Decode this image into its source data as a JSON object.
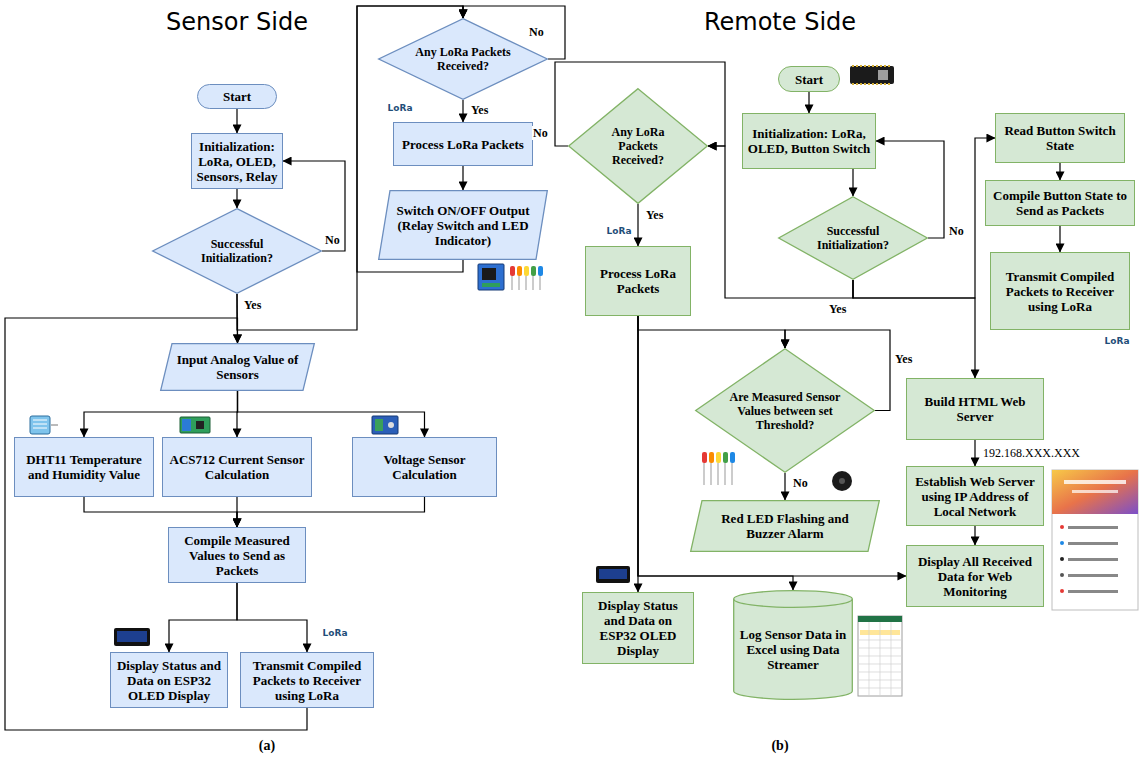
{
  "diagram": {
    "nodes": [
      {
        "text": [
          "Start"
        ]
      },
      {
        "text": [
          "Initialization: LoRa, OLED, Sensors, Relay"
        ]
      },
      {
        "text": [
          "Successful Initialization?"
        ]
      },
      {
        "text": [
          "Input Analog Value of Sensors"
        ]
      },
      {
        "text": [
          "DHT11 Temperature and Humidity Value"
        ]
      },
      {
        "text": [
          "ACS712 Current Sensor Calculation"
        ]
      },
      {
        "text": [
          "Voltage Sensor Calculation"
        ]
      },
      {
        "text": [
          "Compile Measured Values to Send as Packets"
        ]
      },
      {
        "text": [
          "Display Status and Data on ESP32 OLED Display"
        ]
      },
      {
        "text": [
          "Transmit Compiled Packets to Receiver using LoRa"
        ]
      },
      {
        "text": [
          "Any LoRa Packets Received?"
        ]
      },
      {
        "text": [
          "Process LoRa Packets"
        ]
      },
      {
        "text": [
          "Switch ON/OFF Output (Relay Switch and LED Indicator)"
        ]
      },
      {
        "text": [
          "Start"
        ]
      },
      {
        "text": [
          "Initialization: LoRa, OLED, Button Switch"
        ]
      },
      {
        "text": [
          "Successful Initialization?"
        ]
      },
      {
        "text": [
          "Any LoRa Packets Received?"
        ]
      },
      {
        "text": [
          "Process LoRa Packets"
        ]
      },
      {
        "text": [
          "Are Measured Sensor Values between set Threshold?"
        ]
      },
      {
        "text": [
          "Red LED Flashing and Buzzer Alarm"
        ]
      },
      {
        "text": [
          "Display Status and Data on ESP32 OLED Display"
        ]
      },
      {
        "text": [
          "Log Sensor Data in Excel using Data Streamer"
        ]
      },
      {
        "text": [
          "Read Button Switch State"
        ]
      },
      {
        "text": [
          "Compile Button State to Send as Packets"
        ]
      },
      {
        "text": [
          "Transmit Compiled Packets to Receiver using LoRa"
        ]
      },
      {
        "text": [
          "Build HTML Web Server"
        ]
      },
      {
        "text": [
          "Establish Web Server using IP Address of Local Network"
        ]
      },
      {
        "text": [
          "Display All Received Data for Web Monitoring"
        ]
      }
    ],
    "edges": [
      {
        "from": 0,
        "to": 1,
        "arrow": "to"
      },
      {
        "from": 1,
        "to": 2,
        "arrow": "to"
      },
      {
        "from": 2,
        "to": 1,
        "label": "No",
        "arrow": "to"
      },
      {
        "from": 2,
        "to": 3,
        "label": "Yes",
        "arrow": "to"
      },
      {
        "from": 2,
        "to": 10,
        "arrow": "to"
      },
      {
        "from": 3,
        "to": 4,
        "arrow": "to"
      },
      {
        "from": 3,
        "to": 5,
        "arrow": "to"
      },
      {
        "from": 3,
        "to": 6,
        "arrow": "to"
      },
      {
        "from": 4,
        "to": 7,
        "arrow": "to"
      },
      {
        "from": 5,
        "to": 7,
        "arrow": "to"
      },
      {
        "from": 6,
        "to": 7,
        "arrow": "to"
      },
      {
        "from": 7,
        "to": 8,
        "arrow": "to"
      },
      {
        "from": 7,
        "to": 9,
        "arrow": "to"
      },
      {
        "from": 9,
        "to": 3,
        "arrow": "to"
      },
      {
        "from": 10,
        "to": 10,
        "label": "No",
        "arrow": "to"
      },
      {
        "from": 10,
        "to": 11,
        "label": "Yes",
        "arrow": "to"
      },
      {
        "from": 11,
        "to": 12,
        "arrow": "to"
      },
      {
        "from": 12,
        "to": 10,
        "arrow": "to"
      },
      {
        "from": 13,
        "to": 14,
        "arrow": "to"
      },
      {
        "from": 14,
        "to": 15,
        "arrow": "to"
      },
      {
        "from": 15,
        "to": 14,
        "label": "No",
        "arrow": "to"
      },
      {
        "from": 15,
        "to": 16,
        "label": "Yes",
        "arrow": "to"
      },
      {
        "from": 15,
        "to": 22,
        "arrow": "to"
      },
      {
        "from": 15,
        "to": 25,
        "arrow": "to"
      },
      {
        "from": 16,
        "to": 16,
        "label": "No",
        "arrow": "to"
      },
      {
        "from": 16,
        "to": 17,
        "label": "Yes",
        "arrow": "to"
      },
      {
        "from": 17,
        "to": 18,
        "arrow": "to"
      },
      {
        "from": 18,
        "to": 18,
        "label": "Yes",
        "arrow": "to"
      },
      {
        "from": 18,
        "to": 19,
        "label": "No",
        "arrow": "to"
      },
      {
        "from": 17,
        "to": 20,
        "arrow": "to"
      },
      {
        "from": 17,
        "to": 21,
        "arrow": "to"
      },
      {
        "from": 17,
        "to": 27,
        "arrow": "to"
      },
      {
        "from": 22,
        "to": 23,
        "arrow": "to"
      },
      {
        "from": 23,
        "to": 24,
        "arrow": "to"
      },
      {
        "from": 25,
        "to": 26,
        "label": "192.168.XXX.XXX",
        "arrow": "to"
      },
      {
        "from": 26,
        "to": 27,
        "arrow": "to"
      }
    ],
    "labels": [
      "Sensor Side",
      "LoRa",
      "LoRa",
      "(a)",
      "Remote Side",
      "LoRa",
      "LoRa",
      "(b)"
    ]
  }
}
